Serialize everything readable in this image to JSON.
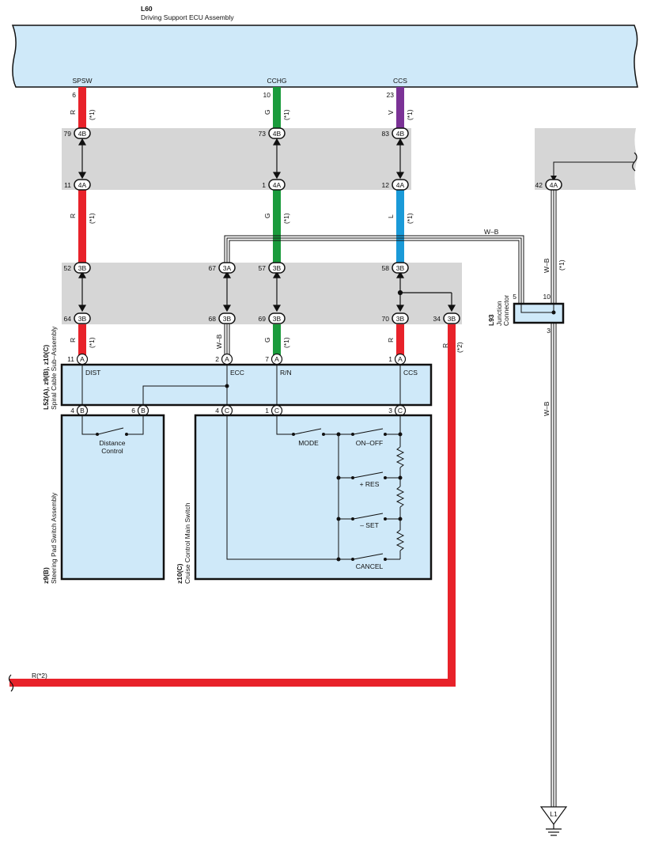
{
  "ecu": {
    "code": "L60",
    "name": "Driving Support ECU Assembly"
  },
  "ecu_terminals": [
    {
      "name": "SPSW",
      "pin": "6",
      "color_code": "R",
      "note": "(*1)"
    },
    {
      "name": "CCHG",
      "pin": "10",
      "color_code": "G",
      "note": "(*1)"
    },
    {
      "name": "CCS",
      "pin": "23",
      "color_code": "V",
      "note": "(*1)"
    }
  ],
  "connector_row_1": [
    {
      "pin": "79",
      "conn": "4B"
    },
    {
      "pin": "73",
      "conn": "4B"
    },
    {
      "pin": "83",
      "conn": "4B"
    }
  ],
  "connector_row_2": [
    {
      "pin": "11",
      "conn": "4A"
    },
    {
      "pin": "1",
      "conn": "4A"
    },
    {
      "pin": "12",
      "conn": "4A"
    },
    {
      "pin": "42",
      "conn": "4A"
    }
  ],
  "wires_mid": [
    {
      "color_code": "R",
      "note": "(*1)"
    },
    {
      "color_code": "G",
      "note": "(*1)"
    },
    {
      "color_code": "L",
      "note": "(*1)"
    }
  ],
  "connector_row_3": [
    {
      "pin": "52",
      "conn": "3B"
    },
    {
      "pin": "67",
      "conn": "3A"
    },
    {
      "pin": "57",
      "conn": "3B"
    },
    {
      "pin": "58",
      "conn": "3B"
    }
  ],
  "connector_row_4": [
    {
      "pin": "64",
      "conn": "3B"
    },
    {
      "pin": "68",
      "conn": "3B"
    },
    {
      "pin": "69",
      "conn": "3B"
    },
    {
      "pin": "70",
      "conn": "3B"
    },
    {
      "pin": "34",
      "conn": "3B"
    }
  ],
  "wires_low": [
    {
      "color_code": "R",
      "note": "(*1)"
    },
    {
      "color_code": "W–B",
      "note": ""
    },
    {
      "color_code": "G",
      "note": "(*1)"
    },
    {
      "color_code": "R",
      "note": ""
    },
    {
      "color_code": "R",
      "note": "(*2)"
    }
  ],
  "wb_wire_label": "W–B",
  "junction": {
    "code": "L93",
    "name_line1": "Junction",
    "name_line2": "Connector",
    "pin_in": "5",
    "pin_top": "10",
    "pin_bottom": "3",
    "wire_upper": {
      "color_code": "W–B",
      "note": "(*1)"
    },
    "wire_lower": {
      "color_code": "W–B"
    }
  },
  "spiral_cable": {
    "code": "L52(A), z9(B), z10(C)",
    "name": "Spiral Cable Sub–Assembly",
    "top_pins": [
      {
        "pin": "11",
        "conn": "A",
        "label": "DIST"
      },
      {
        "pin": "2",
        "conn": "A",
        "label": "ECC"
      },
      {
        "pin": "7",
        "conn": "A",
        "label": "R/N"
      },
      {
        "pin": "1",
        "conn": "A",
        "label": "CCS"
      }
    ],
    "bottom_pins": [
      {
        "pin": "4",
        "conn": "B"
      },
      {
        "pin": "6",
        "conn": "B"
      },
      {
        "pin": "4",
        "conn": "C"
      },
      {
        "pin": "1",
        "conn": "C"
      },
      {
        "pin": "3",
        "conn": "C"
      }
    ]
  },
  "steering_pad": {
    "code": "z9(B)",
    "name": "Steering Pad Switch Assembly",
    "switch_label_line1": "Distance",
    "switch_label_line2": "Control"
  },
  "cruise_switch": {
    "code": "z10(C)",
    "name": "Cruise Control Main Switch",
    "switches": [
      "MODE",
      "ON–OFF",
      "+ RES",
      "– SET",
      "CANCEL"
    ]
  },
  "bottom_wire_label": "R(*2)",
  "ground": {
    "code": "L1"
  },
  "wire_colors": {
    "red": "#e8222a",
    "green": "#1a9b3c",
    "violet": "#7b3296",
    "blue": "#1a9ad8",
    "component_fill": "#cfe9f9",
    "connector_band": "#d6d6d6"
  }
}
